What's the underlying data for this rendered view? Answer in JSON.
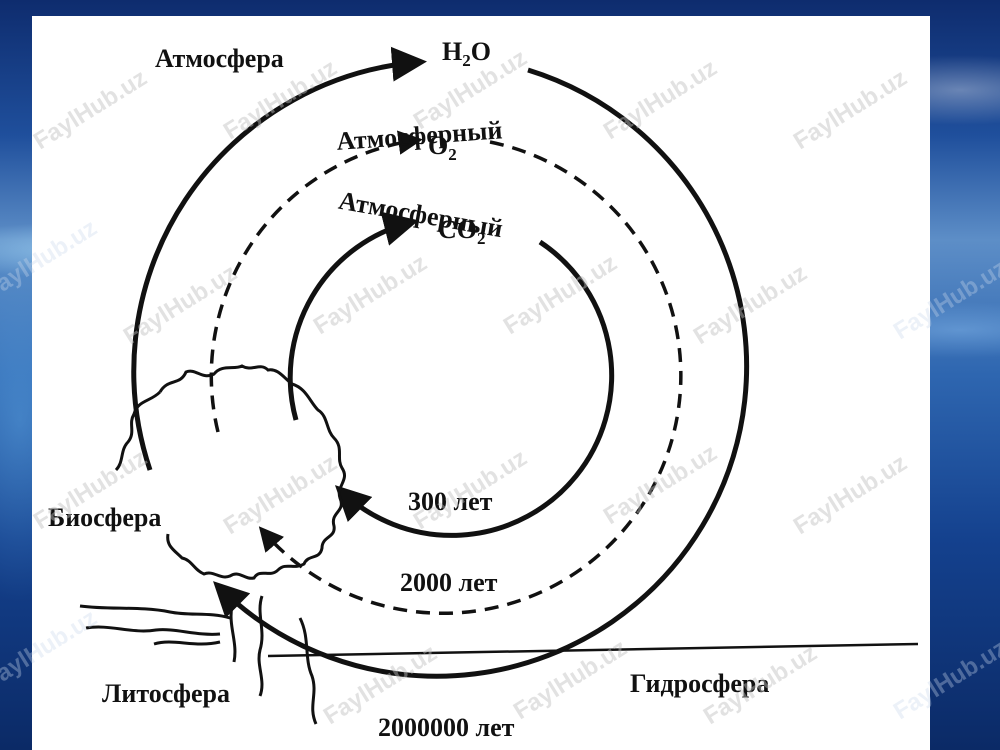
{
  "labels": {
    "atmosphere": "Атмосфера",
    "water": "H",
    "water_sub": "2",
    "water_tail": "O",
    "atm_o2_title": "Атмосферный",
    "o2": "O",
    "o2_sub": "2",
    "atm_co2_title": "Атмосферный",
    "co2": "CO",
    "co2_sub": "2",
    "biosphere": "Биосфера",
    "lithosphere": "Литосфера",
    "hydrosphere": "Гидросфера",
    "years_300": "300 лет",
    "years_2000": "2000 лет",
    "years_2000000": "2000000 лет"
  },
  "watermark_text": "FaylHub.uz",
  "colors": {
    "line": "#111111",
    "panel": "#ffffff",
    "background": "#1f4f9c"
  }
}
